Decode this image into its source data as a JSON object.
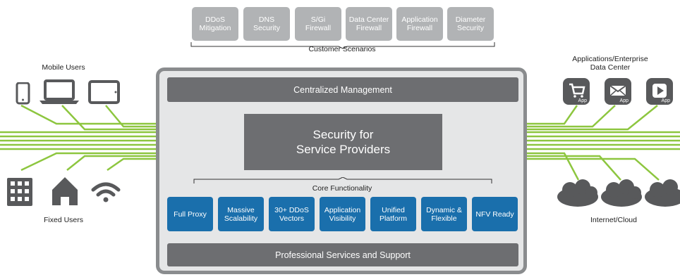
{
  "customer_scenarios": {
    "items": [
      "DDoS\nMitigation",
      "DNS\nSecurity",
      "S/Gi\nFirewall",
      "Data Center\nFirewall",
      "Application\nFirewall",
      "Diameter\nSecurity"
    ],
    "caption": "Customer Scenarios"
  },
  "left": {
    "mobile_label": "Mobile Users",
    "fixed_label": "Fixed Users"
  },
  "right": {
    "apps_label": "Applications/Enterprise\nData Center",
    "app_tag": "App",
    "cloud_label": "Internet/Cloud"
  },
  "center": {
    "management": "Centralized Management",
    "title": "Security for\nService Providers",
    "core_caption": "Core Functionality",
    "functions": [
      "Full Proxy",
      "Massive\nScalability",
      "30+ DDoS\nVectors",
      "Application\nVisibility",
      "Unified\nPlatform",
      "Dynamic &\nFlexible",
      "NFV Ready"
    ],
    "services": "Professional Services and Support"
  },
  "colors": {
    "scenario_box": "#b1b3b5",
    "dark_bar": "#6d6e71",
    "function_blue": "#1a6fac",
    "connector_green": "#8dc63f",
    "icon_gray": "#58595b"
  }
}
